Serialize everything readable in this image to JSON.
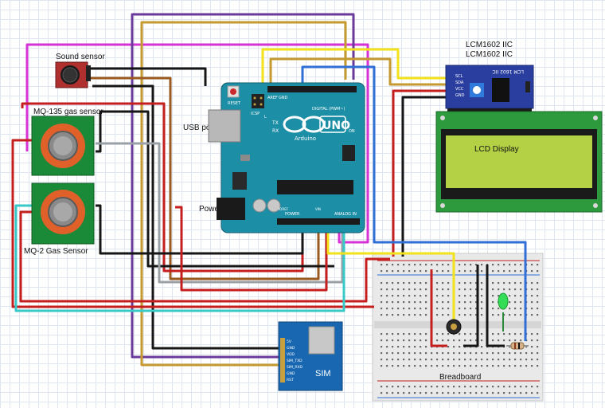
{
  "components": {
    "sound_sensor": {
      "label": "Sound sensor"
    },
    "mq135": {
      "label": "MQ-135 gas sensor"
    },
    "mq2": {
      "label": "MQ-2 Gas Sensor"
    },
    "usb_port": {
      "label": "USB port"
    },
    "power": {
      "label": "Power"
    },
    "arduino": {
      "reset": "RESET",
      "icsp": "ICSP",
      "uno": "UNO",
      "brand": "Arduino",
      "digital": "DIGITAL (PWM~)",
      "analog": "ANALOG IN",
      "power_hdr": "POWER",
      "tx": "TX",
      "rx": "RX",
      "on": "ON",
      "aref": "AREF",
      "gnd": "GND",
      "ioref": "IOREF",
      "vin": "VIN",
      "l": "L"
    },
    "lcm": {
      "title1": "LCM1602 IIC",
      "title2": "LCM1602 IIC",
      "chip": "LCM 1602 IIC",
      "pins": [
        "SCL",
        "SDA",
        "VCC",
        "GND"
      ]
    },
    "lcd": {
      "label": "LCD Display"
    },
    "sim": {
      "label": "SIM",
      "pins": [
        "5V",
        "GND",
        "VDD",
        "SIM_TXD",
        "SIM_RXD",
        "GND",
        "RST"
      ]
    },
    "breadboard": {
      "label": "Breadboard"
    }
  },
  "colors": {
    "arduino_pcb": "#1c8ea6",
    "lcd_pcb": "#2e9a3e",
    "lcd_screen": "#b4d146",
    "lcm_board": "#2a3e9f",
    "sim_board": "#1867b0",
    "sensor_board": "#1a8a38",
    "sensor_ring": "#e0602a",
    "wire_red": "#c41e1e",
    "wire_black": "#161616",
    "wire_magenta": "#d633d6",
    "wire_brown": "#9a5a20",
    "wire_gold": "#c59a2e",
    "wire_purple": "#6a3a9a",
    "wire_yellow": "#f2e21a",
    "wire_blue": "#2f6fd6",
    "wire_cyan": "#38c8c8",
    "wire_gray": "#9aa0a6"
  }
}
